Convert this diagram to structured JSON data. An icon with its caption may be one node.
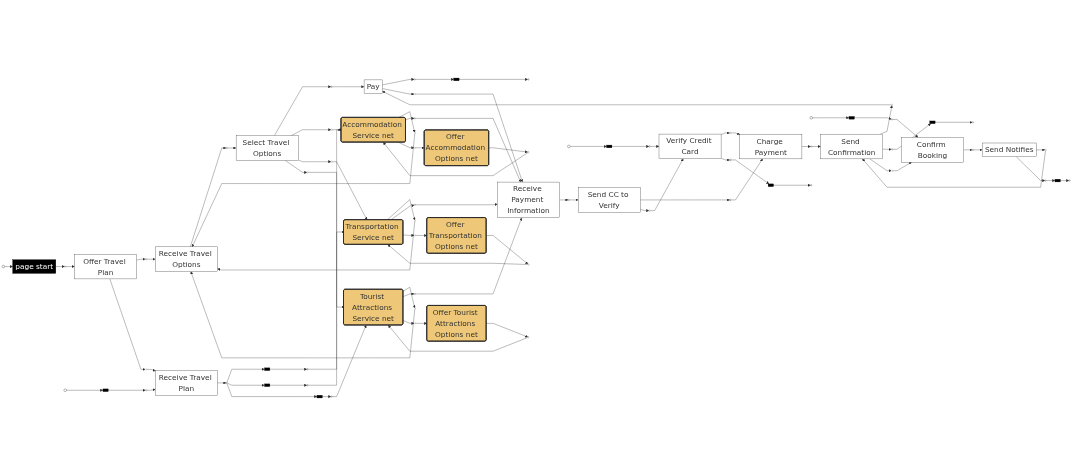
{
  "diagram": {
    "nodes": [
      {
        "text": [],
        "shape": "circle"
      },
      {
        "text": [
          "page start"
        ]
      },
      {
        "text": [],
        "shape": "circle"
      },
      {
        "text": [
          "Offer Travel Plan"
        ]
      },
      {
        "text": [],
        "shape": "circle"
      },
      {
        "text": [
          "Receive Travel Options"
        ]
      },
      {
        "text": [],
        "shape": "circle"
      },
      {
        "text": [
          "Select Travel Options"
        ]
      },
      {
        "text": [],
        "shape": "circle"
      },
      {
        "text": [
          "Pay"
        ]
      },
      {
        "text": [],
        "shape": "circle"
      },
      {
        "text": [],
        "shape": "bar"
      },
      {
        "text": [],
        "shape": "circle"
      },
      {
        "text": [],
        "shape": "circle"
      },
      {
        "text": [],
        "shape": "circle"
      },
      {
        "text": [],
        "shape": "circle"
      },
      {
        "text": [],
        "shape": "circle"
      },
      {
        "text": [],
        "shape": "circle"
      },
      {
        "text": [],
        "shape": "circle"
      },
      {
        "text": [],
        "shape": "circle"
      },
      {
        "text": [],
        "shape": "circle"
      },
      {
        "text": [],
        "shape": "circle"
      },
      {
        "text": [
          "Receive Payment Information"
        ]
      },
      {
        "text": [],
        "shape": "circle"
      },
      {
        "text": [
          "Send CC to Verify"
        ]
      },
      {
        "text": [],
        "shape": "circle"
      },
      {
        "text": [
          "Charge Payment"
        ]
      },
      {
        "text": [],
        "shape": "circle"
      },
      {
        "text": [
          "Send Confirmation"
        ]
      },
      {
        "text": [],
        "shape": "circle"
      },
      {
        "text": [],
        "shape": "bar"
      },
      {
        "text": [],
        "shape": "circle"
      },
      {
        "text": [],
        "shape": "bar"
      },
      {
        "text": [],
        "shape": "circle"
      },
      {
        "text": [
          "Accommodation Service net"
        ]
      },
      {
        "text": [],
        "shape": "circle"
      },
      {
        "text": [],
        "shape": "circle"
      },
      {
        "text": [],
        "shape": "bar"
      },
      {
        "text": [],
        "shape": "circle"
      },
      {
        "text": [
          "Receive Travel Plan"
        ]
      },
      {
        "text": [],
        "shape": "circle"
      },
      {
        "text": [],
        "shape": "bar"
      },
      {
        "text": [],
        "shape": "circle"
      },
      {
        "text": [
          "Transportation Service net"
        ]
      },
      {
        "text": [],
        "shape": "circle"
      },
      {
        "text": [],
        "shape": "circle"
      },
      {
        "text": [],
        "shape": "circle"
      },
      {
        "text": [],
        "shape": "circle"
      },
      {
        "text": [],
        "shape": "circle"
      },
      {
        "text": [],
        "shape": "circle"
      },
      {
        "text": [],
        "shape": "bar"
      },
      {
        "text": [],
        "shape": "circle"
      },
      {
        "text": [
          "Tourist Attractions Service net"
        ]
      },
      {
        "text": [],
        "shape": "circle"
      },
      {
        "text": [],
        "shape": "circle"
      },
      {
        "text": [],
        "shape": "circle"
      },
      {
        "text": [],
        "shape": "circle"
      },
      {
        "text": [],
        "shape": "circle"
      },
      {
        "text": [],
        "shape": "circle"
      },
      {
        "text": [],
        "shape": "circle"
      },
      {
        "text": [],
        "shape": "bar"
      },
      {
        "text": [],
        "shape": "circle"
      },
      {
        "text": [
          "Confirm Booking"
        ]
      },
      {
        "text": [],
        "shape": "circle"
      },
      {
        "text": [
          "Send Notifies"
        ]
      },
      {
        "text": [],
        "shape": "circle"
      },
      {
        "text": [],
        "shape": "bar"
      },
      {
        "text": [],
        "shape": "circle"
      },
      {
        "text": [
          "Offer Accommodation Options net"
        ]
      },
      {
        "text": [
          "Offer Transportation Options net"
        ]
      },
      {
        "text": [
          "Offer Tourist Attractions Options net"
        ]
      },
      {
        "text": [],
        "shape": "circle"
      },
      {
        "text": [],
        "shape": "bar"
      },
      {
        "text": [],
        "shape": "circle"
      },
      {
        "text": [
          "Verify Credit Card"
        ]
      },
      {
        "text": [],
        "shape": "circle"
      },
      {
        "text": [],
        "shape": "bar"
      },
      {
        "text": [],
        "shape": "circle"
      }
    ],
    "edges": [
      {
        "from": 0,
        "to": 1,
        "arrow": "to"
      },
      {
        "from": 1,
        "to": 2,
        "arrow": "to"
      },
      {
        "from": 2,
        "to": 3,
        "arrow": "to"
      },
      {
        "from": 3,
        "to": 4,
        "arrow": "to"
      },
      {
        "from": 4,
        "to": 5,
        "arrow": "to"
      },
      {
        "from": 5,
        "to": 6,
        "arrow": "to"
      },
      {
        "from": 6,
        "to": 7,
        "arrow": "to"
      },
      {
        "from": 7,
        "to": 8,
        "arrow": "to"
      },
      {
        "from": 8,
        "to": 9,
        "arrow": "to"
      },
      {
        "from": 9,
        "to": 10,
        "arrow": "to"
      },
      {
        "from": 10,
        "to": 11,
        "arrow": "to"
      },
      {
        "from": 11,
        "to": 12,
        "arrow": "to"
      },
      {
        "from": 3,
        "to": 21,
        "arrow": "to"
      },
      {
        "from": 21,
        "to": 39,
        "arrow": "to"
      },
      {
        "from": 7,
        "to": 15,
        "arrow": "to"
      },
      {
        "from": 7,
        "to": 16,
        "arrow": "to"
      },
      {
        "from": 7,
        "to": 17,
        "arrow": "to"
      },
      {
        "from": 15,
        "to": 34,
        "arrow": "to"
      },
      {
        "from": 16,
        "to": 43,
        "arrow": "to"
      },
      {
        "from": 17,
        "to": 52,
        "arrow": "to"
      },
      {
        "from": 34,
        "to": 20,
        "arrow": "to"
      },
      {
        "from": 20,
        "to": 5,
        "arrow": "to"
      },
      {
        "from": 43,
        "to": 18,
        "arrow": "to"
      },
      {
        "from": 18,
        "to": 5,
        "arrow": "to"
      },
      {
        "from": 52,
        "to": 19,
        "arrow": "to"
      },
      {
        "from": 19,
        "to": 5,
        "arrow": "to"
      },
      {
        "from": 9,
        "to": 13,
        "arrow": "to"
      },
      {
        "from": 13,
        "to": 22,
        "arrow": "to"
      },
      {
        "from": 28,
        "to": 14,
        "arrow": "to"
      },
      {
        "from": 14,
        "to": 9,
        "arrow": "to"
      },
      {
        "from": 22,
        "to": 23,
        "arrow": "to"
      },
      {
        "from": 23,
        "to": 24,
        "arrow": "to"
      },
      {
        "from": 24,
        "to": 25,
        "arrow": "to"
      },
      {
        "from": 25,
        "to": 26,
        "arrow": "to"
      },
      {
        "from": 26,
        "to": 27,
        "arrow": "to"
      },
      {
        "from": 27,
        "to": 28,
        "arrow": "to"
      },
      {
        "from": 28,
        "to": 29,
        "arrow": "to"
      },
      {
        "from": 29,
        "to": 30,
        "arrow": "to"
      },
      {
        "from": 30,
        "to": 31,
        "arrow": "to"
      },
      {
        "from": 36,
        "to": 37,
        "arrow": "to"
      },
      {
        "from": 37,
        "to": 38,
        "arrow": "to"
      },
      {
        "from": 38,
        "to": 39,
        "arrow": "to"
      },
      {
        "from": 39,
        "to": 40,
        "arrow": "to"
      },
      {
        "from": 40,
        "to": 32,
        "arrow": "to"
      },
      {
        "from": 40,
        "to": 41,
        "arrow": "to"
      },
      {
        "from": 40,
        "to": 50,
        "arrow": "to"
      },
      {
        "from": 32,
        "to": 33,
        "arrow": "to"
      },
      {
        "from": 33,
        "to": 34,
        "arrow": "to"
      },
      {
        "from": 34,
        "to": 35,
        "arrow": "to"
      },
      {
        "from": 35,
        "to": 22,
        "arrow": "to"
      },
      {
        "from": 41,
        "to": 42,
        "arrow": "to"
      },
      {
        "from": 42,
        "to": 43,
        "arrow": "to"
      },
      {
        "from": 43,
        "to": 44,
        "arrow": "to"
      },
      {
        "from": 44,
        "to": 22,
        "arrow": "to"
      },
      {
        "from": 50,
        "to": 51,
        "arrow": "to"
      },
      {
        "from": 51,
        "to": 52,
        "arrow": "to"
      },
      {
        "from": 52,
        "to": 49,
        "arrow": "to"
      },
      {
        "from": 49,
        "to": 22,
        "arrow": "to"
      },
      {
        "from": 34,
        "to": 55,
        "arrow": "to"
      },
      {
        "from": 55,
        "to": 68,
        "arrow": "to"
      },
      {
        "from": 68,
        "to": 56,
        "arrow": "to"
      },
      {
        "from": 56,
        "to": 34,
        "arrow": "to"
      },
      {
        "from": 43,
        "to": 53,
        "arrow": "to"
      },
      {
        "from": 53,
        "to": 69,
        "arrow": "to"
      },
      {
        "from": 69,
        "to": 54,
        "arrow": "to"
      },
      {
        "from": 54,
        "to": 43,
        "arrow": "to"
      },
      {
        "from": 52,
        "to": 57,
        "arrow": "to"
      },
      {
        "from": 57,
        "to": 70,
        "arrow": "to"
      },
      {
        "from": 70,
        "to": 58,
        "arrow": "to"
      },
      {
        "from": 58,
        "to": 52,
        "arrow": "to"
      },
      {
        "from": 24,
        "to": 47,
        "arrow": "to"
      },
      {
        "from": 47,
        "to": 74,
        "arrow": "to"
      },
      {
        "from": 74,
        "to": 46,
        "arrow": "to"
      },
      {
        "from": 46,
        "to": 26,
        "arrow": "to"
      },
      {
        "from": 28,
        "to": 45,
        "arrow": "to"
      },
      {
        "from": 45,
        "to": 62,
        "arrow": "to"
      },
      {
        "from": 64,
        "to": 48,
        "arrow": "to"
      },
      {
        "from": 48,
        "to": 28,
        "arrow": "to"
      },
      {
        "from": 59,
        "to": 60,
        "arrow": "to"
      },
      {
        "from": 60,
        "to": 61,
        "arrow": "to"
      },
      {
        "from": 61,
        "to": 62,
        "arrow": "to"
      },
      {
        "from": 62,
        "to": 63,
        "arrow": "to"
      },
      {
        "from": 63,
        "to": 64,
        "arrow": "to"
      },
      {
        "from": 64,
        "to": 65,
        "arrow": "to"
      },
      {
        "from": 65,
        "to": 66,
        "arrow": "to"
      },
      {
        "from": 66,
        "to": 67,
        "arrow": "to"
      },
      {
        "from": 71,
        "to": 72,
        "arrow": "to"
      },
      {
        "from": 72,
        "to": 73,
        "arrow": "to"
      },
      {
        "from": 73,
        "to": 74,
        "arrow": "to"
      },
      {
        "from": 74,
        "to": 75,
        "arrow": "to"
      },
      {
        "from": 75,
        "to": 76,
        "arrow": "to"
      },
      {
        "from": 76,
        "to": 77,
        "arrow": "to"
      }
    ]
  }
}
